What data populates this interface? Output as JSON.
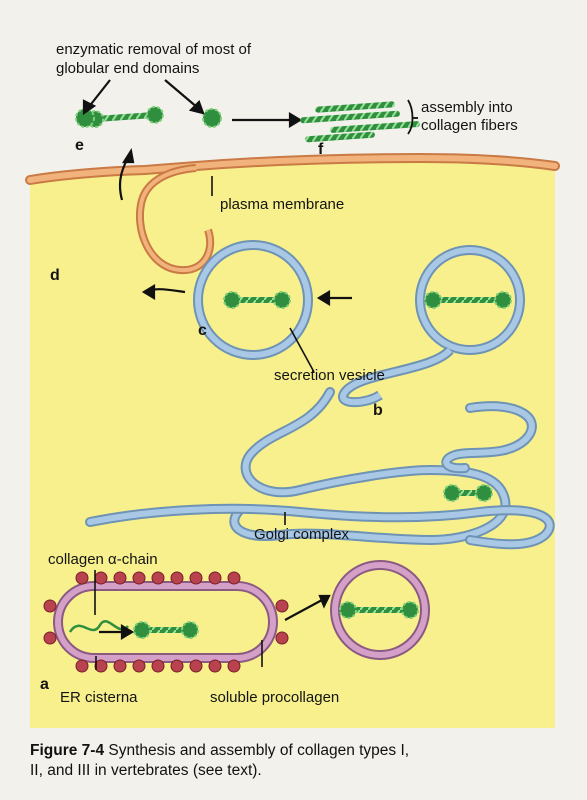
{
  "figure": {
    "label": "Figure 7-4",
    "caption_line1": "Synthesis and assembly of collagen types I,",
    "caption_line2": "II, and III in vertebrates (see text)."
  },
  "labels": {
    "enzymatic_line1": "enzymatic removal of most of",
    "enzymatic_line2": "globular end domains",
    "assembly_line1": "assembly into",
    "assembly_line2": "collagen fibers",
    "plasma_membrane": "plasma membrane",
    "secretion_vesicle": "secretion vesicle",
    "golgi_complex": "Golgi complex",
    "collagen_chain": "collagen α-chain",
    "er_cisterna": "ER cisterna",
    "soluble_procollagen": "soluble procollagen"
  },
  "steps": {
    "a": "a",
    "b": "b",
    "c": "c",
    "d": "d",
    "e": "e",
    "f": "f"
  },
  "colors": {
    "background": "#f3f1ec",
    "cytoplasm": "#f8f08c",
    "membrane_fill": "#f1b27c",
    "membrane_stroke": "#c97a45",
    "vesicle_stroke": "#a9c8e6",
    "vesicle_edge": "#6e93b5",
    "er_outer": "#d5a0c8",
    "er_edge": "#8a5a82",
    "ribosome": "#b8424d",
    "collagen": "#2f8f3f",
    "collagen_light": "#7fcf7a"
  },
  "icons": {
    "ribosome": "ribosome-dot",
    "procollagen": "helix-with-globular-ends",
    "collagen_fibril": "triple-helix-rod"
  }
}
